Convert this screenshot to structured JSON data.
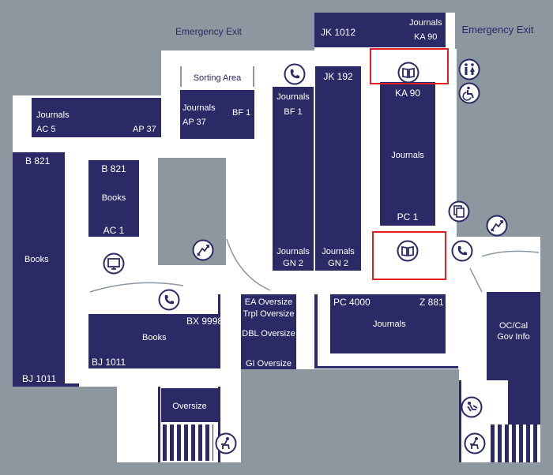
{
  "colors": {
    "wall": "#8c979f",
    "stacks": "#2b2a66",
    "highlight": "#e21e26",
    "floor": "#ffffff"
  },
  "labels": {
    "emergency_exit_top": "Emergency Exit",
    "emergency_exit_right": "Emergency Exit",
    "sorting_area": "Sorting Area"
  },
  "stacks": {
    "jk1012": {
      "start": "JK 1012",
      "name": "Journals",
      "end": "KA 90"
    },
    "ac5": {
      "name": "Journals",
      "start": "AC 5",
      "end": "AP 37"
    },
    "ap37": {
      "name": "Journals",
      "start": "AP 37",
      "end": "BF 1"
    },
    "bf1": {
      "name": "Journals",
      "start": "BF 1",
      "end_name": "Journals",
      "end": "GN 2"
    },
    "jk192": {
      "start": "JK 192",
      "end_name": "Journals",
      "end": "GN 2"
    },
    "ka90": {
      "start": "KA 90",
      "name": "Journals",
      "end": "PC 1"
    },
    "b821_left": {
      "start": "B 821",
      "name": "Books",
      "end": "BJ 1011"
    },
    "b821_mid": {
      "start": "B 821",
      "name": "Books",
      "end": "AC 1"
    },
    "bx9998": {
      "start": "BX 9998",
      "name": "Books",
      "end": "BJ 1011"
    },
    "oversize": {
      "ea": "EA Oversize",
      "trpl": "Trpl Oversize",
      "dbl": "DBL Oversize",
      "gi": "GI Oversize"
    },
    "pc4000": {
      "start": "PC 4000",
      "end": "Z 881",
      "name": "Journals"
    },
    "oversize_small": "Oversize",
    "occal": {
      "line1": "OC/Cal",
      "line2": "Gov Info"
    }
  },
  "icons": {
    "phone": "phone-icon",
    "reading": "reading-book-icon",
    "restroom": "restroom-icon",
    "accessible": "wheelchair-accessible-icon",
    "computer": "computer-icon",
    "copier": "copier-icon",
    "stairs": "stairs-icon",
    "study": "study-desk-icon"
  }
}
